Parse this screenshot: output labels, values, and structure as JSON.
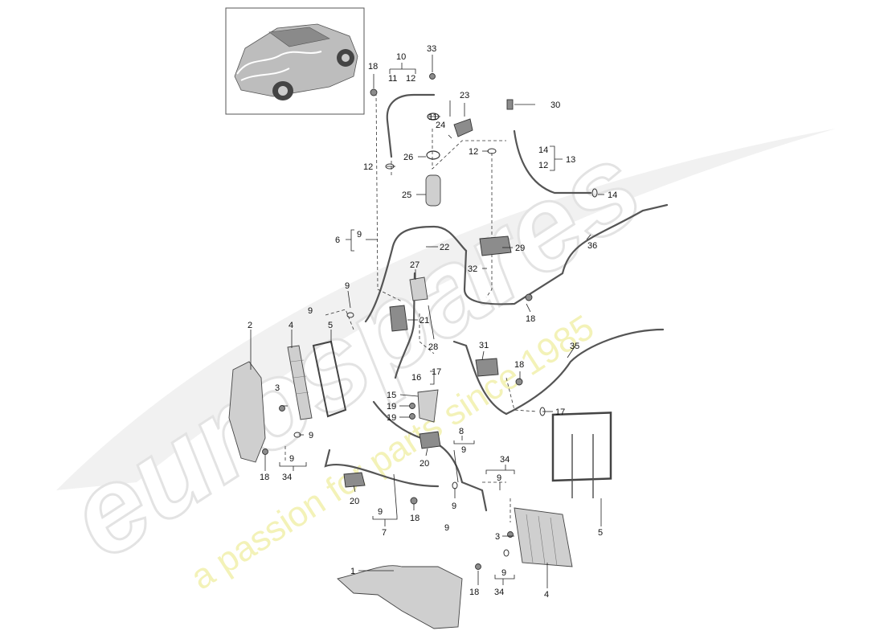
{
  "watermark": {
    "brand": "eurospares",
    "tagline": "a passion for parts since 1985"
  },
  "callouts": [
    {
      "id": "c1",
      "text": "1"
    },
    {
      "id": "c2",
      "text": "2"
    },
    {
      "id": "c3a",
      "text": "3"
    },
    {
      "id": "c3b",
      "text": "3"
    },
    {
      "id": "c4a",
      "text": "4"
    },
    {
      "id": "c4b",
      "text": "4"
    },
    {
      "id": "c5a",
      "text": "5"
    },
    {
      "id": "c5b",
      "text": "5"
    },
    {
      "id": "c6",
      "text": "6"
    },
    {
      "id": "c7",
      "text": "7"
    },
    {
      "id": "c8",
      "text": "8"
    },
    {
      "id": "c9a",
      "text": "9"
    },
    {
      "id": "c9b",
      "text": "9"
    },
    {
      "id": "c9c",
      "text": "9"
    },
    {
      "id": "c9d",
      "text": "9"
    },
    {
      "id": "c9e",
      "text": "9"
    },
    {
      "id": "c9f",
      "text": "9"
    },
    {
      "id": "c9g",
      "text": "9"
    },
    {
      "id": "c9h",
      "text": "9"
    },
    {
      "id": "c9i",
      "text": "9"
    },
    {
      "id": "c9j",
      "text": "9"
    },
    {
      "id": "c9k",
      "text": "9"
    },
    {
      "id": "c10",
      "text": "10"
    },
    {
      "id": "c11a",
      "text": "11"
    },
    {
      "id": "c11b",
      "text": "11"
    },
    {
      "id": "c12a",
      "text": "12"
    },
    {
      "id": "c12b",
      "text": "12"
    },
    {
      "id": "c12c",
      "text": "12"
    },
    {
      "id": "c12d",
      "text": "12"
    },
    {
      "id": "c13",
      "text": "13"
    },
    {
      "id": "c14a",
      "text": "14"
    },
    {
      "id": "c14b",
      "text": "14"
    },
    {
      "id": "c15",
      "text": "15"
    },
    {
      "id": "c16",
      "text": "16"
    },
    {
      "id": "c17a",
      "text": "17"
    },
    {
      "id": "c17b",
      "text": "17"
    },
    {
      "id": "c18a",
      "text": "18"
    },
    {
      "id": "c18b",
      "text": "18"
    },
    {
      "id": "c18c",
      "text": "18"
    },
    {
      "id": "c18d",
      "text": "18"
    },
    {
      "id": "c18e",
      "text": "18"
    },
    {
      "id": "c18f",
      "text": "18"
    },
    {
      "id": "c19a",
      "text": "19"
    },
    {
      "id": "c19b",
      "text": "19"
    },
    {
      "id": "c20a",
      "text": "20"
    },
    {
      "id": "c20b",
      "text": "20"
    },
    {
      "id": "c21",
      "text": "21"
    },
    {
      "id": "c22",
      "text": "22"
    },
    {
      "id": "c23",
      "text": "23"
    },
    {
      "id": "c24",
      "text": "24"
    },
    {
      "id": "c25",
      "text": "25"
    },
    {
      "id": "c26",
      "text": "26"
    },
    {
      "id": "c27",
      "text": "27"
    },
    {
      "id": "c28",
      "text": "28"
    },
    {
      "id": "c29",
      "text": "29"
    },
    {
      "id": "c30",
      "text": "30"
    },
    {
      "id": "c31",
      "text": "31"
    },
    {
      "id": "c32",
      "text": "32"
    },
    {
      "id": "c33",
      "text": "33"
    },
    {
      "id": "c34a",
      "text": "34"
    },
    {
      "id": "c34b",
      "text": "34"
    },
    {
      "id": "c34c",
      "text": "34"
    },
    {
      "id": "c35",
      "text": "35"
    },
    {
      "id": "c36",
      "text": "36"
    }
  ]
}
